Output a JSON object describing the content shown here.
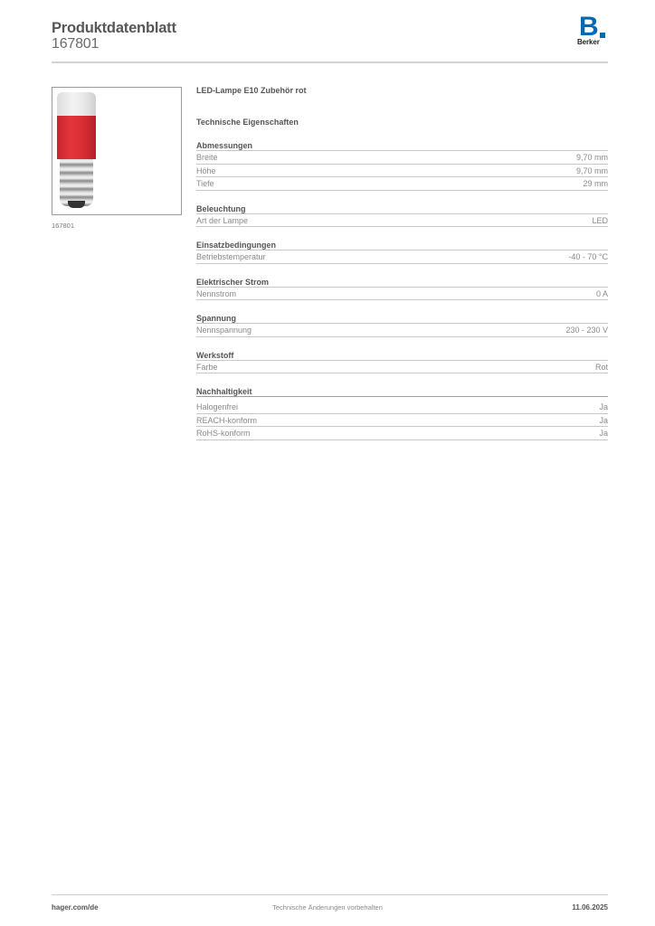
{
  "header": {
    "title": "Produktdatenblatt",
    "number": "167801",
    "logo": {
      "letter": "B",
      "brand": "Berker",
      "color": "#0069b4"
    }
  },
  "image": {
    "alt": "LED lamp red product photo",
    "caption": "167801"
  },
  "product": {
    "name": "LED-Lampe E10 Zubehör rot",
    "specs_title": "Technische Eigenschaften"
  },
  "sections": [
    {
      "title": "Abmessungen",
      "rows": [
        {
          "label": "Breite",
          "value": "9,70 mm"
        },
        {
          "label": "Höhe",
          "value": "9,70 mm"
        },
        {
          "label": "Tiefe",
          "value": "29 mm"
        }
      ]
    },
    {
      "title": "Beleuchtung",
      "rows": [
        {
          "label": "Art der Lampe",
          "value": "LED"
        }
      ]
    },
    {
      "title": "Einsatzbedingungen",
      "rows": [
        {
          "label": "Betriebstemperatur",
          "value": "-40 - 70 °C"
        }
      ]
    },
    {
      "title": "Elektrischer Strom",
      "rows": [
        {
          "label": "Nennstrom",
          "value": "0 A"
        }
      ]
    },
    {
      "title": "Spannung",
      "rows": [
        {
          "label": "Nennspannung",
          "value": "230 - 230 V"
        }
      ]
    },
    {
      "title": "Werkstoff",
      "rows": [
        {
          "label": "Farbe",
          "value": "Rot"
        }
      ]
    },
    {
      "title": "Nachhaltigkeit",
      "rows": [
        {
          "label": "Halogenfrei",
          "value": "Ja"
        },
        {
          "label": "REACH-konform",
          "value": "Ja"
        },
        {
          "label": "RoHS-konform",
          "value": "Ja"
        }
      ]
    }
  ],
  "footer": {
    "website": "hager.com/de",
    "disclaimer": "Technische Änderungen vorbehalten",
    "date": "11.06.2025"
  }
}
